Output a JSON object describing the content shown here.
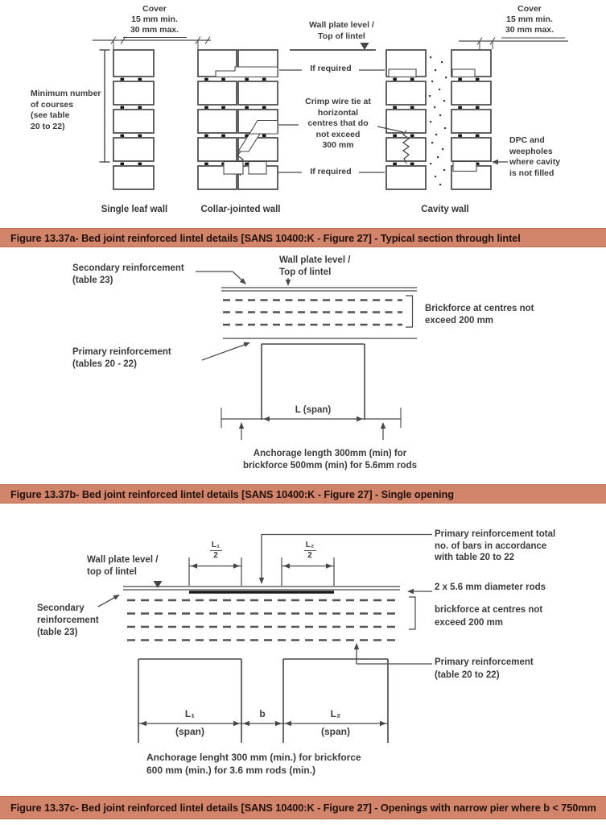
{
  "colors": {
    "caption_bg": "#d3856b",
    "caption_text": "#211109",
    "line": "#474747",
    "reinforcement_fill": "#141414"
  },
  "figure_a": {
    "caption": "Figure 13.37a- Bed joint reinforced lintel details [SANS 10400:K - Figure 27] - Typical section through lintel",
    "labels": {
      "cover_left": "Cover\n15 mm min.\n30 mm max.",
      "min_courses": "Minimum number\nof courses\n(see table\n20 to 22)",
      "wall_plate": "Wall plate level /\nTop of lintel",
      "if_required_top": "If required",
      "crimp_wire": "Crimp wire tie at\nhorizontal\ncentres that do\nnot exceed\n300 mm",
      "if_required_bottom": "If required",
      "cover_right": "Cover\n15 mm min.\n30 mm max.",
      "dpc": "DPC and\nweepholes\nwhere cavity\nis not filled",
      "wall_single": "Single leaf wall",
      "wall_collar": "Collar-jointed wall",
      "wall_cavity": "Cavity wall"
    }
  },
  "figure_b": {
    "caption": "Figure 13.37b- Bed joint reinforced lintel details [SANS 10400:K - Figure 27] - Single opening",
    "labels": {
      "secondary": "Secondary reinforcement\n(table 23)",
      "wall_plate": "Wall plate level /\nTop of lintel",
      "brickforce": "Brickforce at centres not\nexceed 200 mm",
      "primary": "Primary reinforcement\n(tables 20 - 22)",
      "span": "L (span)",
      "anchorage": "Anchorage length 300mm (min) for\nbrickforce 500mm (min) for 5.6mm rods"
    }
  },
  "figure_c": {
    "caption": "Figure 13.37c- Bed joint reinforced lintel details [SANS 10400:K - Figure 27] - Openings with narrow pier where b < 750mm",
    "labels": {
      "primary_total": "Primary reinforcement total\nno. of bars in accordance\nwith table 20 to 22",
      "wall_plate": "Wall plate level /\ntop of lintel",
      "secondary": "Secondary\nreinforcement\n(table 23)",
      "rods": "2 x 5.6 mm diameter rods",
      "brickforce": "brickforce at centres not\nexceed 200 mm",
      "primary": "Primary reinforcement\n(table 20 to 22)",
      "frac1_num": "L₁",
      "frac2_num": "L₂",
      "frac_den": "2",
      "span1": "L₁",
      "span1_label": "(span)",
      "pier": "b",
      "span2": "L₂",
      "span2_label": "(span)",
      "anchorage": "Anchorage lenght 300 mm (min.) for brickforce\n600 mm (min.) for 3.6 mm rods (min.)"
    }
  }
}
